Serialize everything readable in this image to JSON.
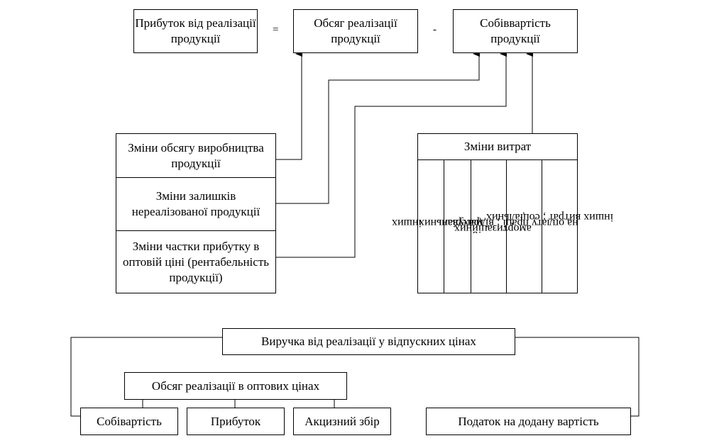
{
  "top_formula": {
    "result": "Прибуток від реалізації продукції",
    "equals": "=",
    "revenue": "Обсяг реалізації продукції",
    "minus": "-",
    "cost": "Собіввартість продукції"
  },
  "factors_left": [
    "Зміни обсягу виробництва продукції",
    "Зміни залишків нереалізованої продукції",
    "Зміни частки прибутку в оптовій ціні (рентабельність продукції)"
  ],
  "cost_changes": {
    "title": "Зміни витрат",
    "columns_text": [
      "інших витрат ; соціальних",
      "на оплату праці ; відрахувань",
      "амортизаційних",
      "матеріальних",
      "інших"
    ]
  },
  "bottom": {
    "revenue_retail": "Виручка від реалізації у відпускних цінах",
    "wholesale_volume": "Обсяг реалізації в оптових цінах",
    "cost": "Собівартість",
    "profit": "Прибуток",
    "excise": "Акцизний збір",
    "vat": "Податок на додану вартість"
  }
}
